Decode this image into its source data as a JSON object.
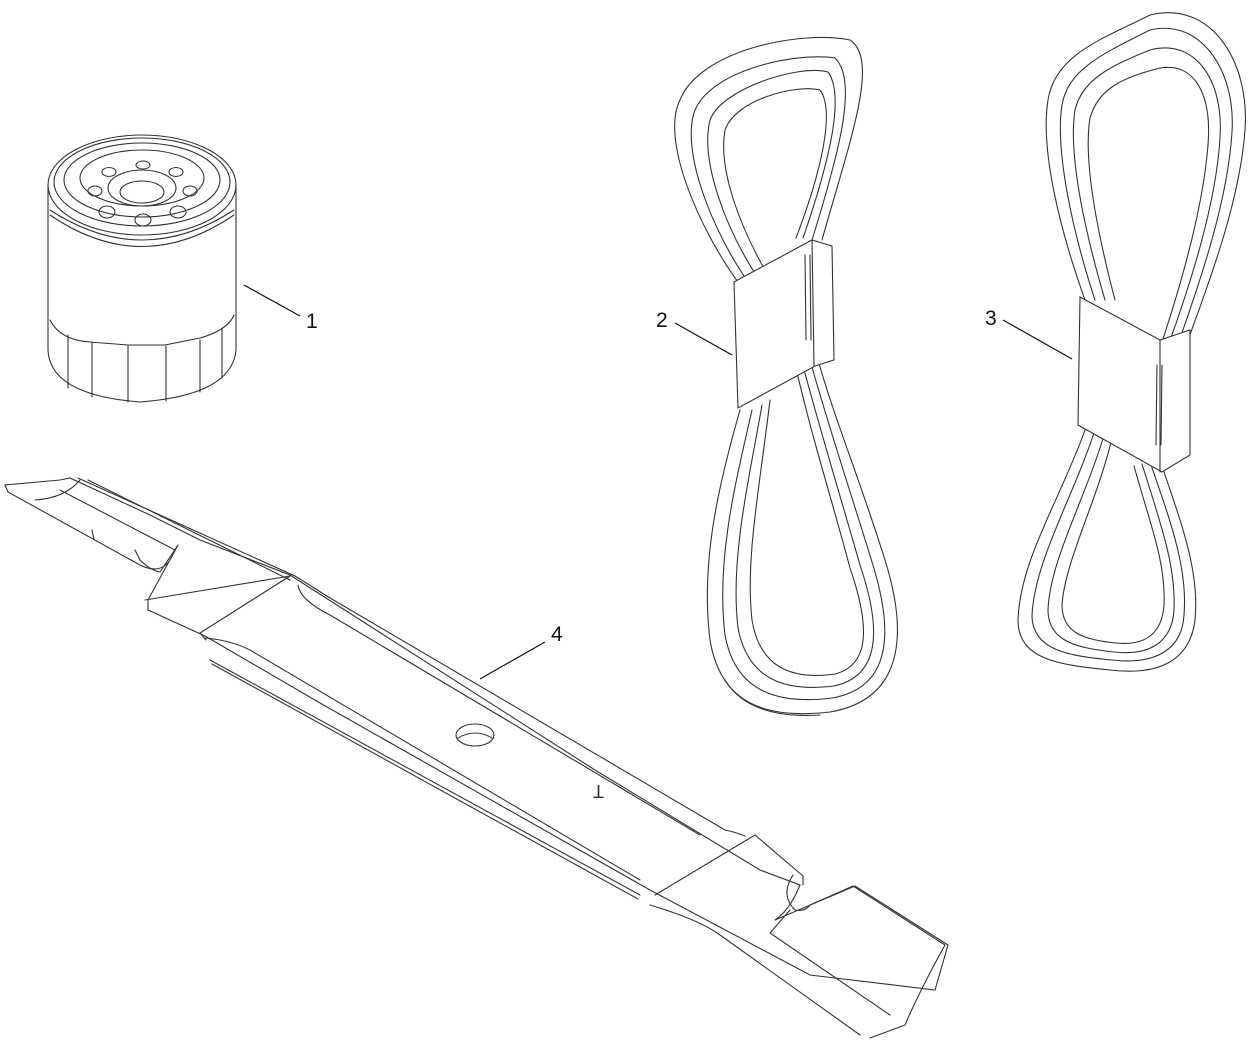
{
  "diagram": {
    "background": "#ffffff",
    "line_color": "#333333",
    "parts": [
      {
        "callout": "1",
        "part": "oil-filter"
      },
      {
        "callout": "2",
        "part": "drive-belt-a"
      },
      {
        "callout": "3",
        "part": "drive-belt-b"
      },
      {
        "callout": "4",
        "part": "mower-blade"
      }
    ],
    "blade_marking": "T"
  }
}
